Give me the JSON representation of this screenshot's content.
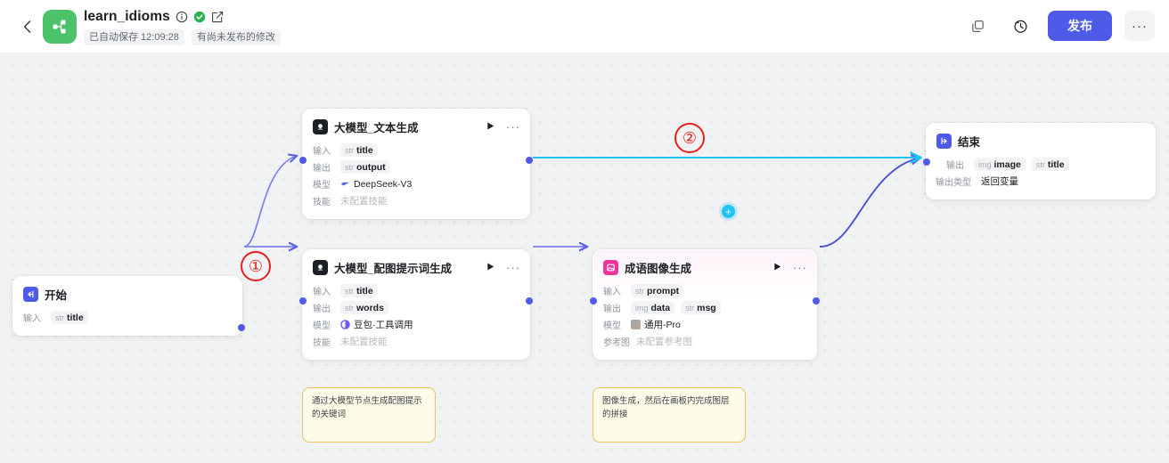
{
  "header": {
    "back_icon": "chevron-left-icon",
    "logo_icon": "share-nodes-icon",
    "project_title": "learn_idioms",
    "info_icon": "info-circle-icon",
    "status_icon": "check-circle-icon",
    "rename_icon": "edit-square-icon",
    "autosave_text": "已自动保存 12:09:28",
    "unpublished_text": "有尚未发布的修改",
    "duplicate_icon": "copy-icon",
    "history_icon": "clock-history-icon",
    "publish_label": "发布",
    "more_label": "···"
  },
  "canvas": {
    "annotations": [
      {
        "label": "①",
        "name": "annotation-marker-1"
      },
      {
        "label": "②",
        "name": "annotation-marker-2"
      }
    ],
    "edge_add_button": "+",
    "accent_color": "#4e5ae8",
    "highlight_edge_color": "#1fc3f5"
  },
  "nodes": {
    "start": {
      "title": "开始",
      "icon": "start-node-icon",
      "icon_color": "#4e5ae8",
      "rows": [
        {
          "label": "输入",
          "pills": [
            {
              "type": "str",
              "name": "title"
            }
          ]
        }
      ]
    },
    "llm_text": {
      "title": "大模型_文本生成",
      "icon": "llm-node-icon",
      "icon_color": "#1c1f23",
      "run_icon": "play-icon",
      "more_icon": "more-dots-icon",
      "rows": [
        {
          "label": "输入",
          "pills": [
            {
              "type": "str",
              "name": "title"
            }
          ]
        },
        {
          "label": "输出",
          "pills": [
            {
              "type": "str",
              "name": "output"
            }
          ]
        },
        {
          "label": "模型",
          "value": "DeepSeek-V3",
          "value_icon": "deepseek-icon"
        },
        {
          "label": "技能",
          "muted": "未配置技能"
        }
      ]
    },
    "llm_prompt": {
      "title": "大模型_配图提示词生成",
      "icon": "llm-node-icon",
      "icon_color": "#1c1f23",
      "run_icon": "play-icon",
      "more_icon": "more-dots-icon",
      "rows": [
        {
          "label": "输入",
          "pills": [
            {
              "type": "str",
              "name": "title"
            }
          ]
        },
        {
          "label": "输出",
          "pills": [
            {
              "type": "str",
              "name": "words"
            }
          ]
        },
        {
          "label": "模型",
          "value": "豆包·工具调用",
          "value_icon": "doubao-icon"
        },
        {
          "label": "技能",
          "muted": "未配置技能"
        }
      ]
    },
    "image_gen": {
      "title": "成语图像生成",
      "icon": "image-node-icon",
      "icon_color": "#f0349a",
      "run_icon": "play-icon",
      "more_icon": "more-dots-icon",
      "rows": [
        {
          "label": "输入",
          "pills": [
            {
              "type": "str",
              "name": "prompt"
            }
          ]
        },
        {
          "label": "输出",
          "pills": [
            {
              "type": "img",
              "name": "data"
            },
            {
              "type": "str",
              "name": "msg"
            }
          ]
        },
        {
          "label": "模型",
          "value": "通用-Pro",
          "value_icon": "model-avatar-icon"
        },
        {
          "label": "参考图",
          "muted": "未配置参考图"
        }
      ]
    },
    "end": {
      "title": "结束",
      "icon": "end-node-icon",
      "icon_color": "#4e5ae8",
      "rows": [
        {
          "label": "输出",
          "pills": [
            {
              "type": "img",
              "name": "image"
            },
            {
              "type": "str",
              "name": "title"
            }
          ]
        },
        {
          "label": "输出类型",
          "value": "返回变量"
        }
      ]
    }
  },
  "notes": [
    {
      "text": "通过大模型节点生成配图提示的关键词"
    },
    {
      "text": "图像生成，然后在画板内完成图层的拼接"
    }
  ]
}
